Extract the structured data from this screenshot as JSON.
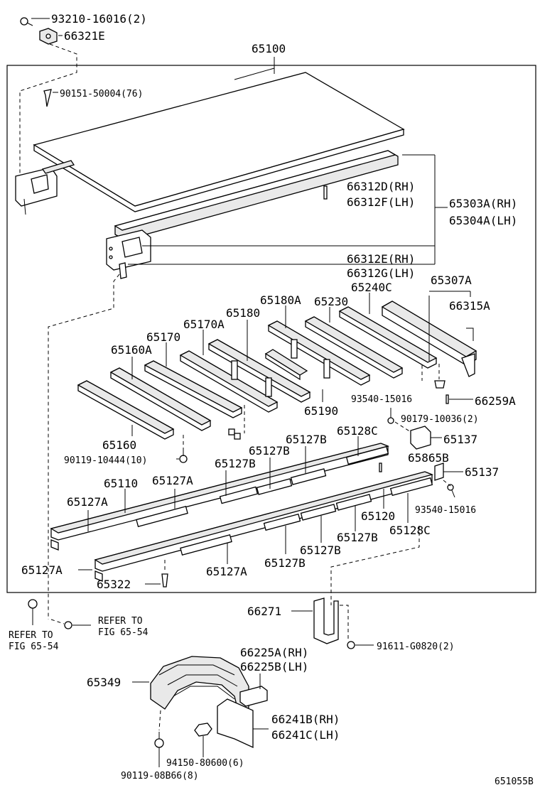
{
  "labels": {
    "p93210": "93210-16016(2)",
    "p66321e": "66321E",
    "p65100": "65100",
    "p90151": "90151-50004(76)",
    "p66312d": "66312D(RH)",
    "p66312f": "66312F(LH)",
    "p65303a": "65303A(RH)",
    "p65304a": "65304A(LH)",
    "p66312e": "66312E(RH)",
    "p66312g": "66312G(LH)",
    "p65307a": "65307A",
    "p65240c": "65240C",
    "p65230": "65230",
    "p65180a": "65180A",
    "p65180": "65180",
    "p65170a": "65170A",
    "p65170": "65170",
    "p65160a": "65160A",
    "p66315a": "66315A",
    "p93540a": "93540-15016",
    "p66259a": "66259A",
    "p90179": "90179-10036(2)",
    "p65190": "65190",
    "p65160": "65160",
    "p65128c_a": "65128C",
    "p65137_a": "65137",
    "p90119a": "90119-10444(10)",
    "p65127b_a": "65127B",
    "p65127b_b": "65127B",
    "p65127b_c": "65127B",
    "p65865b": "65865B",
    "p65137_b": "65137",
    "p65110": "65110",
    "p65127a_a": "65127A",
    "p65127a_b": "65127A",
    "p93540b": "93540-15016",
    "p65120": "65120",
    "p65127b_d": "65127B",
    "p65128c_b": "65128C",
    "p65127b_e": "65127B",
    "p65127b_f": "65127B",
    "p65127a_c": "65127A",
    "p65127a_d": "65127A",
    "p65322": "65322",
    "p66271": "66271",
    "refer1_a": "REFER TO",
    "refer1_b": "FIG 65-54",
    "refer2_a": "REFER TO",
    "refer2_b": "FIG 65-54",
    "p91611": "91611-G0820(2)",
    "p66225a": "66225A(RH)",
    "p66225b": "66225B(LH)",
    "p65349": "65349",
    "p66241b": "66241B(RH)",
    "p66241c": "66241C(LH)",
    "p94150": "94150-80600(6)",
    "p90119b": "90119-08B66(8)",
    "fig_code": "651055B"
  }
}
